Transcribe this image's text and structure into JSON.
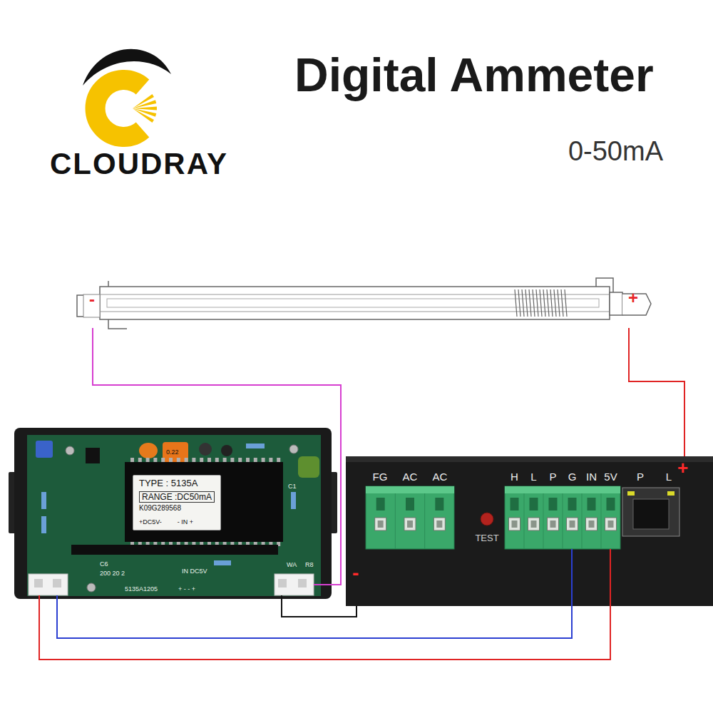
{
  "diagram": {
    "title": "Digital Ammeter",
    "nodes": [
      {
        "text": [
          "-",
          "+"
        ]
      },
      {
        "text": [
          "C1",
          "0.22",
          "C6",
          "200 20 2",
          "IN DC5V",
          "5135A1205",
          "+ - - +",
          "WA",
          "R8"
        ]
      },
      {
        "text": [
          "TYPE : 5135A",
          "RANGE :DC50mA",
          "K09G289568",
          "+DC5V-",
          "- IN +"
        ],
        "in": 1
      },
      {
        "text": [
          "TEST"
        ]
      },
      {
        "text": [
          "FG",
          "AC",
          "AC"
        ],
        "in": 3
      },
      {
        "text": [
          "H",
          "L",
          "P",
          "G",
          "IN",
          "5V"
        ],
        "in": 3
      },
      {
        "text": [
          "P",
          "L"
        ],
        "in": 3
      }
    ],
    "edges": [
      {
        "from": 0,
        "to": 1,
        "arrow": "none"
      },
      {
        "from": 0,
        "to": 3,
        "arrow": "none"
      },
      {
        "from": 1,
        "to": 3,
        "arrow": "none"
      },
      {
        "from": 1,
        "to": 5,
        "arrow": "none"
      },
      {
        "from": 1,
        "to": 5,
        "arrow": "none"
      }
    ],
    "labels": [
      "CLOUDRAY",
      "0-50mA",
      "-",
      "+"
    ]
  }
}
